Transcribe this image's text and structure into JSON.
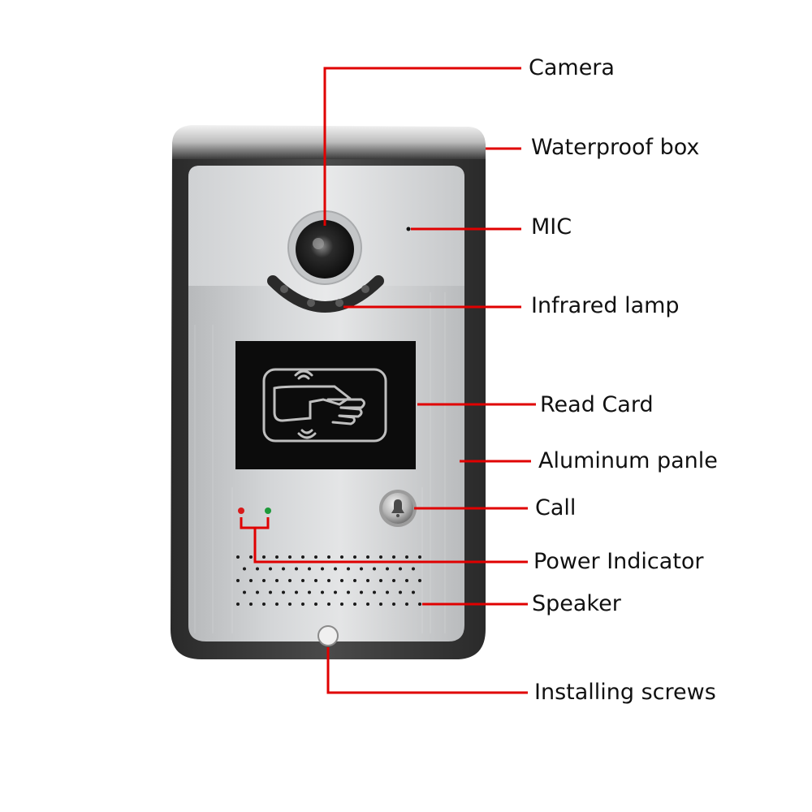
{
  "device": {
    "description_colors": {
      "housing": "#3a3a3a",
      "panel": "#c9cbcd",
      "leader_line": "#e00000",
      "label_text": "#111111",
      "led_red": "#d81a1a",
      "led_green": "#1e9a3a"
    }
  },
  "callouts": [
    {
      "id": "camera",
      "label": "Camera"
    },
    {
      "id": "waterproof-box",
      "label": "Waterproof box"
    },
    {
      "id": "mic",
      "label": "MIC"
    },
    {
      "id": "infrared-lamp",
      "label": "Infrared lamp"
    },
    {
      "id": "read-card",
      "label": "Read Card"
    },
    {
      "id": "aluminum-panel",
      "label": "Aluminum panle"
    },
    {
      "id": "call",
      "label": "Call"
    },
    {
      "id": "power-indicator",
      "label": "Power Indicator"
    },
    {
      "id": "speaker",
      "label": "Speaker"
    },
    {
      "id": "installing-screws",
      "label": "Installing screws"
    }
  ]
}
